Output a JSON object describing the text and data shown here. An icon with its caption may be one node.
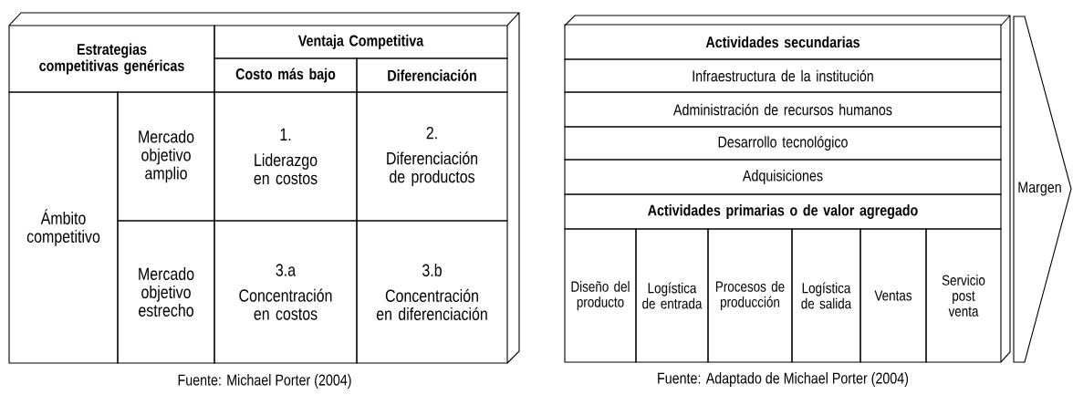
{
  "diagram": {
    "nodes": [
      {
        "text": [
          "Estrategias competitivas genéricas"
        ]
      },
      {
        "text": [
          "Ventaja Competitiva"
        ]
      },
      {
        "text": [
          "Costo más bajo"
        ]
      },
      {
        "text": [
          "Diferenciación"
        ]
      },
      {
        "text": [
          "Ámbito competitivo"
        ]
      },
      {
        "text": [
          "Mercado objetivo amplio"
        ]
      },
      {
        "text": [
          "1.",
          "Liderazgo en costos"
        ]
      },
      {
        "text": [
          "2.",
          "Diferenciación de productos"
        ]
      },
      {
        "text": [
          "Mercado objetivo estrecho"
        ]
      },
      {
        "text": [
          "3.a",
          "Concentración en costos"
        ]
      },
      {
        "text": [
          "3.b",
          "Concentración en diferenciación"
        ]
      },
      {
        "text": [
          "Actividades secundarias"
        ]
      },
      {
        "text": [
          "Infraestructura de la institución"
        ]
      },
      {
        "text": [
          "Administración de recursos humanos"
        ]
      },
      {
        "text": [
          "Desarrollo tecnológico"
        ]
      },
      {
        "text": [
          "Adquisiciones"
        ]
      },
      {
        "text": [
          "Actividades primarias o de valor agregado"
        ]
      },
      {
        "text": [
          "Diseño del producto"
        ]
      },
      {
        "text": [
          "Logística de entrada"
        ]
      },
      {
        "text": [
          "Procesos de producción"
        ]
      },
      {
        "text": [
          "Logística de salida"
        ]
      },
      {
        "text": [
          "Ventas"
        ]
      },
      {
        "text": [
          "Servicio post venta"
        ]
      },
      {
        "text": [
          "Margen"
        ]
      }
    ],
    "labels": [
      "Fuente: Michael Porter (2004)",
      "Fuente: Adaptado de Michael Porter (2004)"
    ]
  }
}
